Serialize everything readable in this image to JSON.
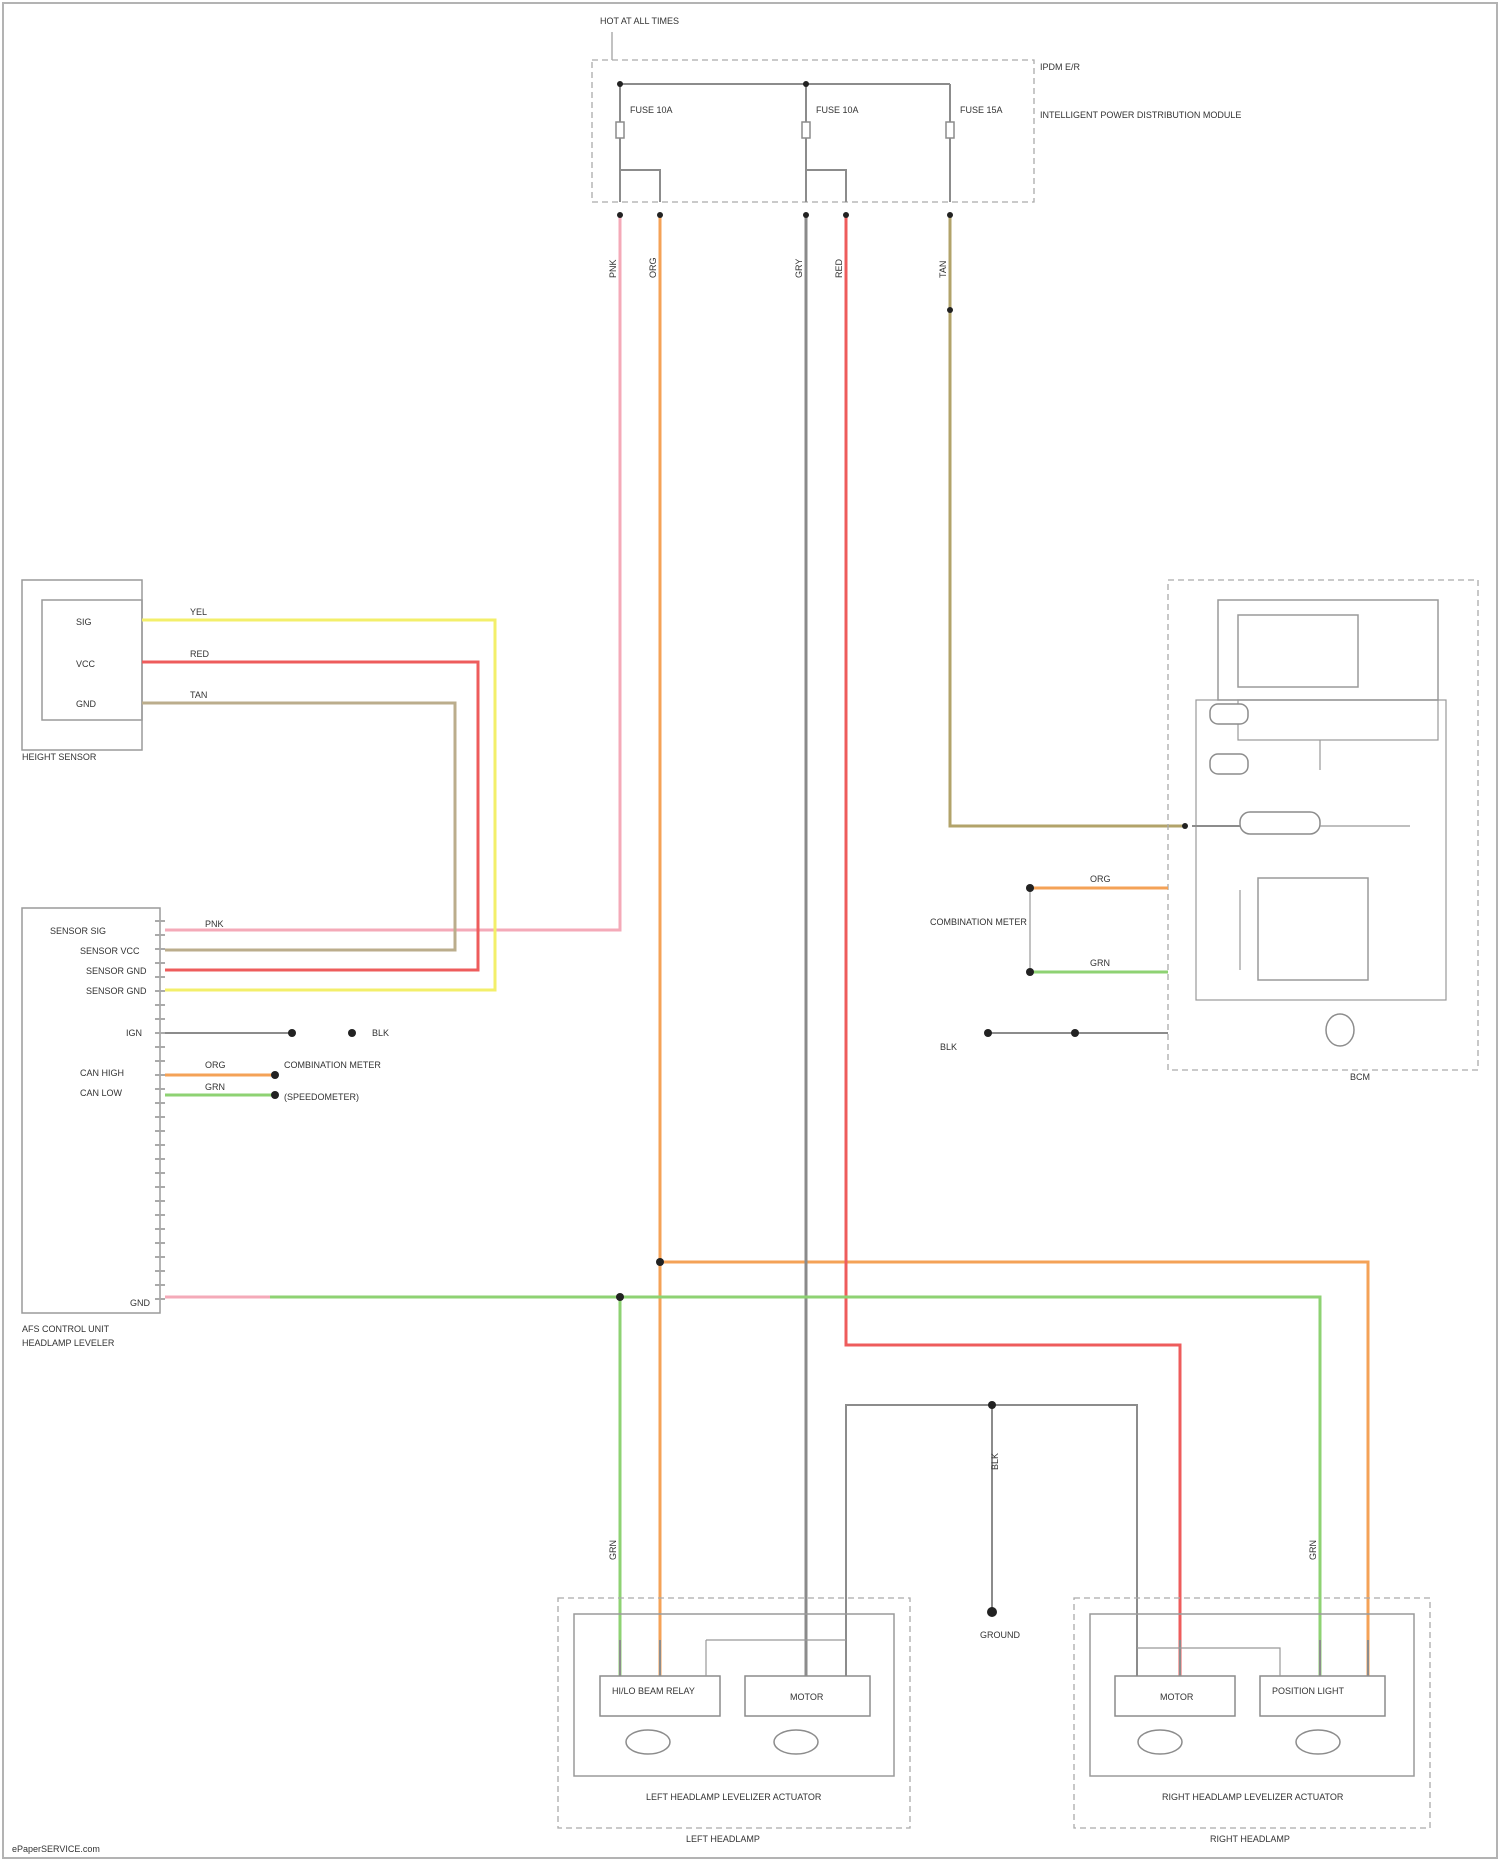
{
  "diagram": {
    "colors": {
      "pink": "#f4aab8",
      "orange": "#f4a257",
      "gray": "#8a8a8a",
      "red": "#ee5c5c",
      "olive": "#b2a36a",
      "yellow": "#f3ef6a",
      "green": "#8ed273",
      "tan": "#bbad8c",
      "black": "#222222"
    },
    "components": {
      "power_source": "HOT AT ALL TIMES",
      "ipdm": "IPDM E/R",
      "ipdm_sub": "INTELLIGENT POWER DISTRIBUTION MODULE",
      "fuse_1": "FUSE 10A",
      "fuse_2": "FUSE 10A",
      "fuse_3": "FUSE 15A",
      "height_sensor": "HEIGHT SENSOR",
      "hl_module": "AFS CONTROL UNIT",
      "hl_module_sub": "HEADLAMP LEVELER",
      "combination_meter": "COMBINATION METER",
      "combination_meter_sub": "(SPEEDOMETER)",
      "bcm": "BCM",
      "left_actuator": "LEFT HEADLAMP LEVELIZER ACTUATOR",
      "left_headlamp": "LEFT HEADLAMP",
      "right_actuator": "RIGHT HEADLAMP LEVELIZER ACTUATOR",
      "right_headlamp": "RIGHT HEADLAMP",
      "motor_left": "MOTOR",
      "motor_right": "MOTOR",
      "relay_left": "HI/LO BEAM RELAY",
      "relay_right": "POSITION LIGHT",
      "ground": "GROUND",
      "ground_2": "GROUND",
      "footer": "ePaperSERVICE.com"
    },
    "pins": {
      "sensor": [
        "SIG",
        "VCC",
        "GND"
      ],
      "module": [
        "SENSOR SIG",
        "SENSOR VCC",
        "SENSOR GND",
        "SENSOR GND",
        "IGN",
        "CAN HIGH",
        "CAN LOW",
        "GND"
      ]
    },
    "wires": {
      "pink": "PNK",
      "orange": "ORG",
      "gray_a": "GRY",
      "red": "RED",
      "olive": "TAN",
      "yellow": "YEL",
      "green": "GRN",
      "black": "BLK"
    }
  }
}
